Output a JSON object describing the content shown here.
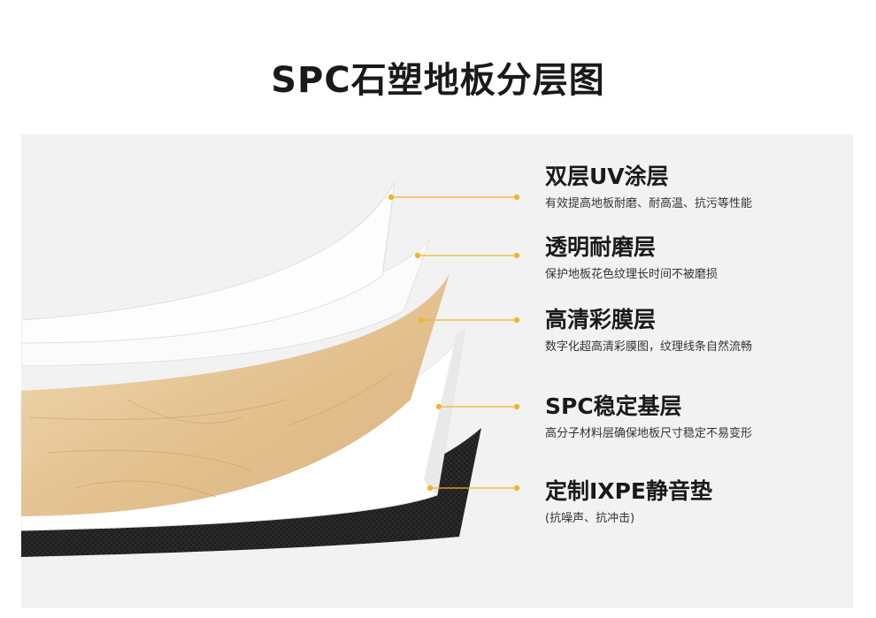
{
  "title": "SPC石塑地板分层图",
  "colors": {
    "leader": "#f0b526",
    "background_panel": "#f2f2f2",
    "wood": "#e6c89a",
    "base_black": "#1c1c1c"
  },
  "layers": [
    {
      "name": "双层UV涂层",
      "desc": "有效提高地板耐磨、耐高温、抗污等性能"
    },
    {
      "name": "透明耐磨层",
      "desc": "保护地板花色纹理长时间不被磨损"
    },
    {
      "name": "高清彩膜层",
      "desc": "数字化超高清彩膜图，纹理线条自然流畅"
    },
    {
      "name": "SPC稳定基层",
      "desc": "高分子材料层确保地板尺寸稳定不易变形"
    },
    {
      "name": "定制IXPE静音垫",
      "desc": "(抗噪声、抗冲击)"
    }
  ]
}
